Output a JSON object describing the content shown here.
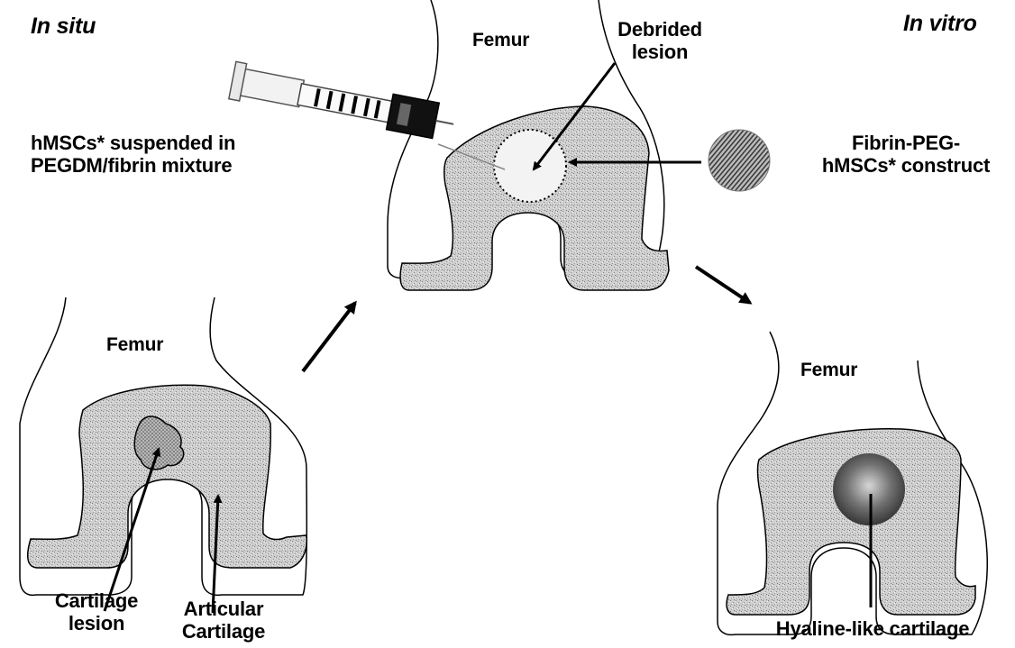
{
  "labels": {
    "in_situ": "In situ",
    "in_vitro": "In vitro",
    "femur_top": "Femur",
    "femur_left": "Femur",
    "femur_right": "Femur",
    "debrided_lesion_line1": "Debrided",
    "debrided_lesion_line2": "lesion",
    "hmsc_suspension_line1": "hMSCs* suspended in",
    "hmsc_suspension_line2": "PEGDM/fibrin mixture",
    "construct_line1": "Fibrin-PEG-",
    "construct_line2": "hMSCs* construct",
    "cartilage_lesion_line1": "Cartilage",
    "cartilage_lesion_line2": "lesion",
    "articular_cartilage_line1": "Articular",
    "articular_cartilage_line2": "Cartilage",
    "hyaline_cartilage": "Hyaline-like cartilage"
  },
  "colors": {
    "cartilage_fill": "#c8c8c8",
    "outline": "#000000",
    "background": "#ffffff"
  }
}
